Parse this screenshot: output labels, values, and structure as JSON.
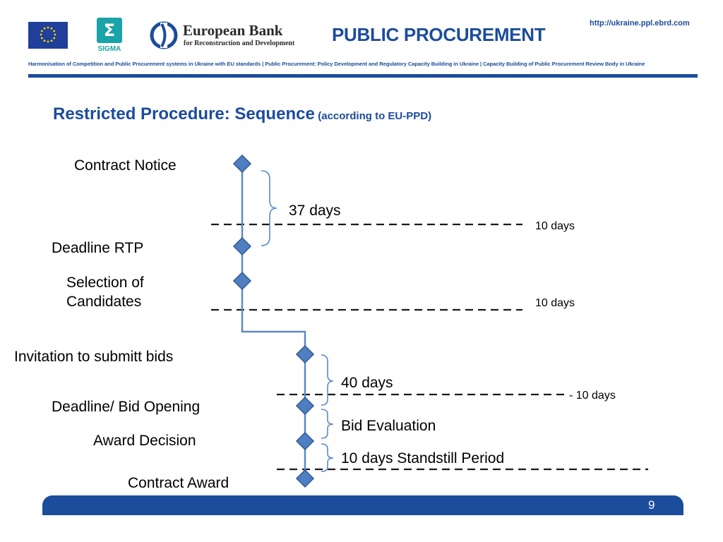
{
  "header": {
    "eu_flag_icon": "eu-flag",
    "sigma": {
      "symbol": "Σ",
      "label": "SIGMA"
    },
    "ebrd": {
      "name": "European Bank",
      "subtitle": "for Reconstruction and Development"
    },
    "title": "PUBLIC PROCUREMENT",
    "url": "http://ukraine.ppl.ebrd.com",
    "project_line": "Harmonisation of Competition and Public Procurement systems in Ukraine with EU standards  |  Public Procurement: Policy Development and Regulatory Capacity Building in Ukraine  |  Capacity Building of Public Procurement Review Body in Ukraine"
  },
  "slide": {
    "title": "Restricted Procedure: Sequence",
    "subtitle": "(according to EU-PPD)"
  },
  "timeline": {
    "milestones": [
      {
        "id": "contract-notice",
        "label": "Contract Notice"
      },
      {
        "id": "deadline-rtp",
        "label": "Deadline RTP"
      },
      {
        "id": "selection-of-candidates",
        "label": "Selection of Candidates",
        "lines": [
          "Selection of",
          "Candidates"
        ]
      },
      {
        "id": "invitation-to-submit-bids",
        "label": "Invitation to submitt bids"
      },
      {
        "id": "deadline-bid-opening",
        "label": "Deadline/ Bid Opening"
      },
      {
        "id": "award-decision",
        "label": "Award Decision"
      },
      {
        "id": "contract-award",
        "label": "Contract Award"
      }
    ],
    "periods": [
      {
        "id": "37-days",
        "label": "37 days"
      },
      {
        "id": "40-days",
        "label": "40 days"
      },
      {
        "id": "bid-evaluation",
        "label": "Bid Evaluation"
      },
      {
        "id": "standstill",
        "label": "10 days Standstill Period"
      }
    ],
    "dashed_notes": [
      {
        "id": "note-1",
        "label": "10 days"
      },
      {
        "id": "note-2",
        "label": "10 days"
      },
      {
        "id": "note-3",
        "label": "- 10 days"
      }
    ]
  },
  "colors": {
    "brand_blue": "#1c4c9c",
    "diamond_fill": "#4f7fc0",
    "diamond_stroke": "#2f5a96",
    "line": "#5b8ac8",
    "sigma_teal": "#1aa3a8"
  },
  "footer": {
    "page": "9"
  }
}
